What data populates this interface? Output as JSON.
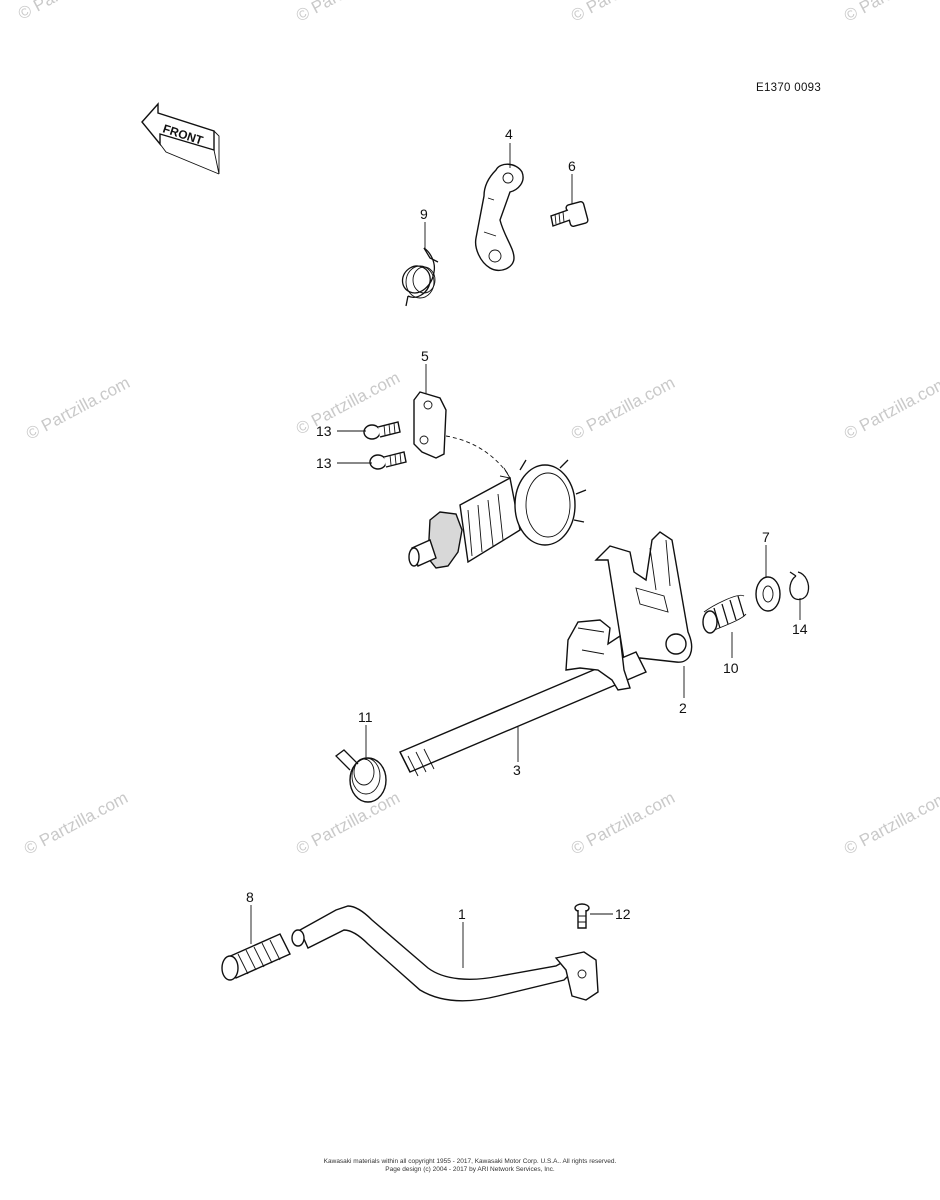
{
  "diagram_code": "E1370 0093",
  "front_label": "FRONT",
  "watermark": "© Partzilla.com",
  "callouts": {
    "c1": "1",
    "c2": "2",
    "c3": "3",
    "c4": "4",
    "c5": "5",
    "c6": "6",
    "c7": "7",
    "c8": "8",
    "c9": "9",
    "c10": "10",
    "c11": "11",
    "c12": "12",
    "c13a": "13",
    "c13b": "13",
    "c14": "14"
  },
  "footer": {
    "line1": "Kawasaki materials within all copyright 1955 - 2017, Kawasaki Motor Corp. U.S.A.. All rights reserved.",
    "line2": "Page design (c) 2004 - 2017 by ARI Network Services, Inc."
  }
}
